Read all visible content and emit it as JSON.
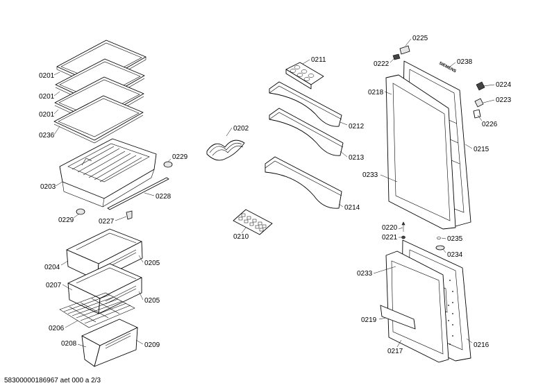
{
  "labels": {
    "l0201a": "0201",
    "l0201b": "0201",
    "l0201c": "0201",
    "l0236": "0236",
    "l0203": "0203",
    "l0229a": "0229",
    "l0228": "0228",
    "l0229b": "0229",
    "l0227": "0227",
    "l0204": "0204",
    "l0205a": "0205",
    "l0207": "0207",
    "l0205b": "0205",
    "l0206": "0206",
    "l0208": "0208",
    "l0209": "0209",
    "l0202": "0202",
    "l0210": "0210",
    "l0211": "0211",
    "l0212": "0212",
    "l0213": "0213",
    "l0214": "0214",
    "l0225": "0225",
    "l0222": "0222",
    "l0238": "0238",
    "l0218": "0218",
    "l0224": "0224",
    "l0223": "0223",
    "l0226": "0226",
    "l0215": "0215",
    "l0233a": "0233",
    "l0220": "0220",
    "l0221": "0221",
    "l0235": "0235",
    "l0234": "0234",
    "l0233b": "0233",
    "l0219": "0219",
    "l0216": "0216",
    "l0217": "0217"
  },
  "brand_logo_text": "SIEMENS",
  "footer": "58300000186967 aet 000 a 2/3"
}
